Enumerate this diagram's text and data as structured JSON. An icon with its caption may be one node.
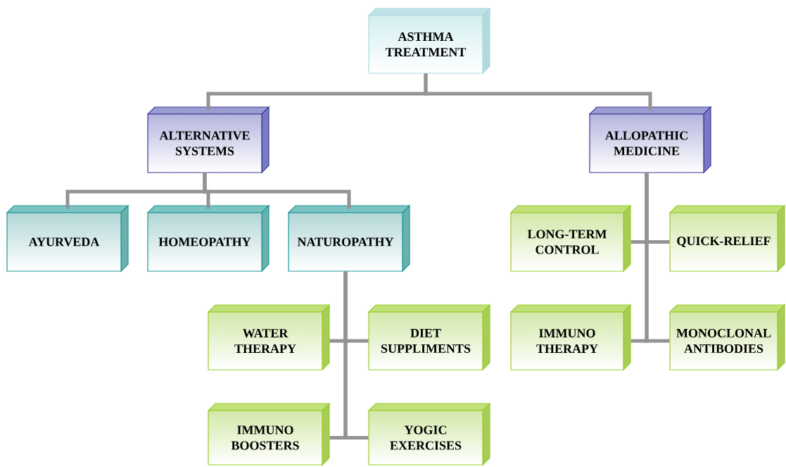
{
  "diagram": {
    "nodes": [
      {
        "text": [
          "ASTHMA TREATMENT"
        ]
      },
      {
        "text": [
          "ALTERNATIVE SYSTEMS"
        ]
      },
      {
        "text": [
          "ALLOPATHIC MEDICINE"
        ]
      },
      {
        "text": [
          "AYURVEDA"
        ]
      },
      {
        "text": [
          "HOMEOPATHY"
        ]
      },
      {
        "text": [
          "NATUROPATHY"
        ]
      },
      {
        "text": [
          "WATER THERAPY"
        ]
      },
      {
        "text": [
          "DIET SUPPLIMENTS"
        ]
      },
      {
        "text": [
          "IMMUNO BOOSTERS"
        ]
      },
      {
        "text": [
          "YOGIC EXERCISES"
        ]
      },
      {
        "text": [
          "LONG-TERM CONTROL"
        ]
      },
      {
        "text": [
          "QUICK-RELIEF"
        ]
      },
      {
        "text": [
          "IMMUNO THERAPY"
        ]
      },
      {
        "text": [
          "MONOCLONAL ANTIBODIES"
        ]
      }
    ],
    "edges": [
      {
        "from": 0,
        "to": 1,
        "arrow": "none"
      },
      {
        "from": 0,
        "to": 2,
        "arrow": "none"
      },
      {
        "from": 1,
        "to": 3,
        "arrow": "none"
      },
      {
        "from": 1,
        "to": 4,
        "arrow": "none"
      },
      {
        "from": 1,
        "to": 5,
        "arrow": "none"
      },
      {
        "from": 5,
        "to": 6,
        "arrow": "none"
      },
      {
        "from": 5,
        "to": 7,
        "arrow": "none"
      },
      {
        "from": 5,
        "to": 8,
        "arrow": "none"
      },
      {
        "from": 5,
        "to": 9,
        "arrow": "none"
      },
      {
        "from": 2,
        "to": 10,
        "arrow": "none"
      },
      {
        "from": 2,
        "to": 11,
        "arrow": "none"
      },
      {
        "from": 2,
        "to": 12,
        "arrow": "none"
      },
      {
        "from": 2,
        "to": 13,
        "arrow": "none"
      }
    ]
  }
}
